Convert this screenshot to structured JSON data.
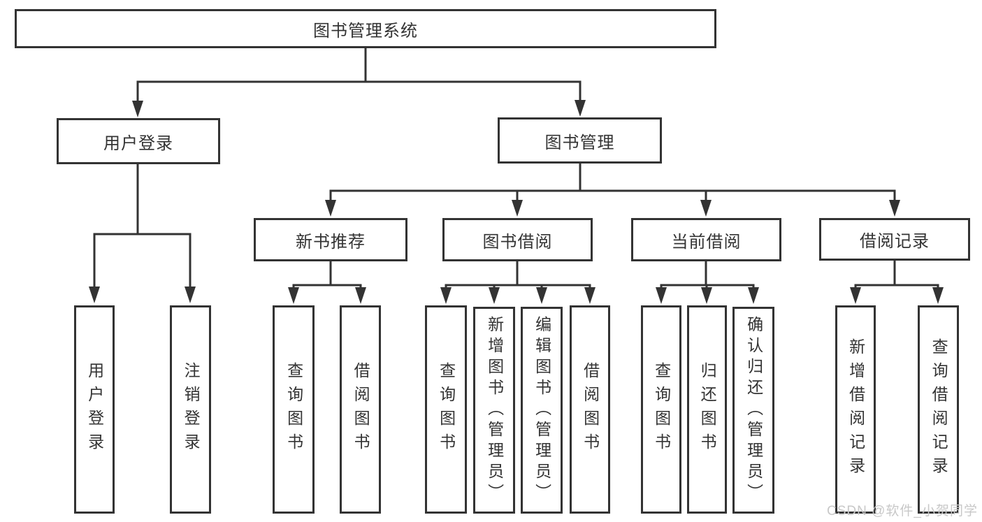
{
  "tree": {
    "label": "图书管理系统",
    "children": [
      {
        "label": "用户登录",
        "children": [
          {
            "label": "用户登录"
          },
          {
            "label": "注销登录"
          }
        ]
      },
      {
        "label": "图书管理",
        "children": [
          {
            "label": "新书推荐",
            "children": [
              {
                "label": "查询图书"
              },
              {
                "label": "借阅图书"
              }
            ]
          },
          {
            "label": "图书借阅",
            "children": [
              {
                "label": "查询图书"
              },
              {
                "label": "新增图书（管理员）"
              },
              {
                "label": "编辑图书（管理员）"
              },
              {
                "label": "借阅图书"
              }
            ]
          },
          {
            "label": "当前借阅",
            "children": [
              {
                "label": "查询图书"
              },
              {
                "label": "归还图书"
              },
              {
                "label": "确认归还（管理员）"
              }
            ]
          },
          {
            "label": "借阅记录",
            "children": [
              {
                "label": "新增借阅记录"
              },
              {
                "label": "查询借阅记录"
              }
            ]
          }
        ]
      }
    ]
  },
  "watermark": {
    "text": "CSDN @软件_小贺同学"
  },
  "colors": {
    "line": "#333333",
    "box_border": "#333333",
    "text": "#333333",
    "background": "#ffffff",
    "watermark": "#c8c8c8"
  }
}
